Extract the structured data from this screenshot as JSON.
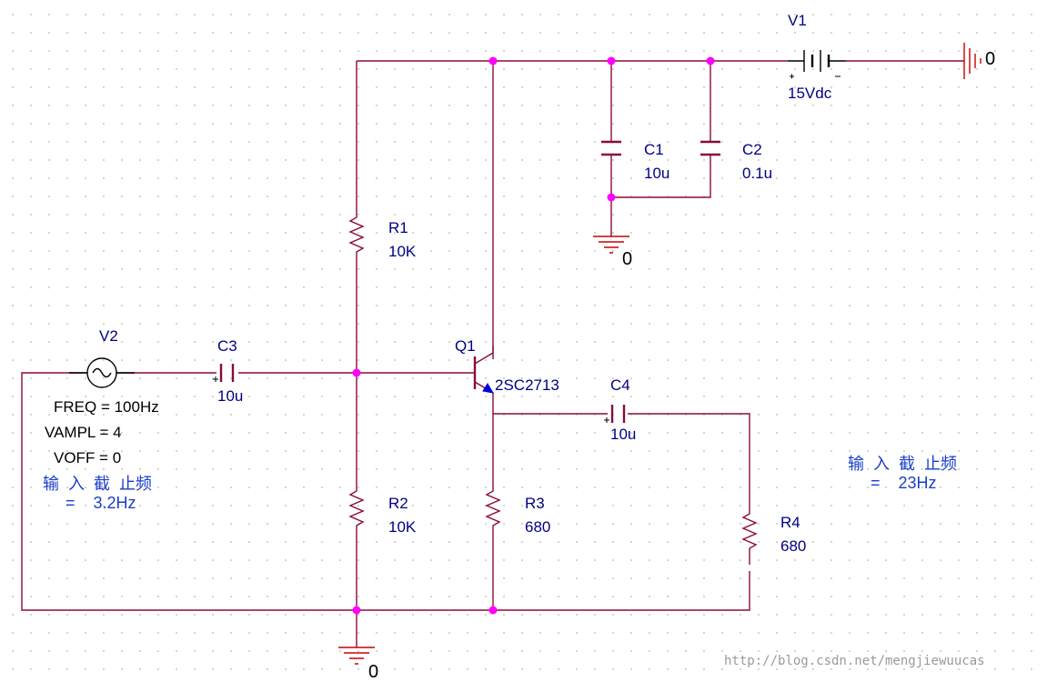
{
  "components": {
    "V1": {
      "ref": "V1",
      "value": "15Vdc"
    },
    "V2": {
      "ref": "V2",
      "freq": "FREQ = 100Hz",
      "vampl": "VAMPL = 4",
      "voff": "VOFF = 0"
    },
    "C1": {
      "ref": "C1",
      "value": "10u"
    },
    "C2": {
      "ref": "C2",
      "value": "0.1u"
    },
    "C3": {
      "ref": "C3",
      "value": "10u"
    },
    "C4": {
      "ref": "C4",
      "value": "10u"
    },
    "R1": {
      "ref": "R1",
      "value": "10K"
    },
    "R2": {
      "ref": "R2",
      "value": "10K"
    },
    "R3": {
      "ref": "R3",
      "value": "680"
    },
    "R4": {
      "ref": "R4",
      "value": "680"
    },
    "Q1": {
      "ref": "Q1",
      "part": "2SC2713"
    }
  },
  "grounds": {
    "label": "0"
  },
  "annotations": {
    "input_cutoff": {
      "title": "输  入  截  止频",
      "value": "=    3.2Hz"
    },
    "output_cutoff": {
      "title": "输  入  截  止频",
      "value": "=    23Hz"
    }
  },
  "watermark": "http://blog.csdn.net/mengjiewuucas",
  "colors": {
    "wire": "#8b0a3a",
    "junction": "#ff00ff",
    "part_label": "#000080",
    "note": "#1a3fc8",
    "ground_symbol": "#cc0000"
  }
}
